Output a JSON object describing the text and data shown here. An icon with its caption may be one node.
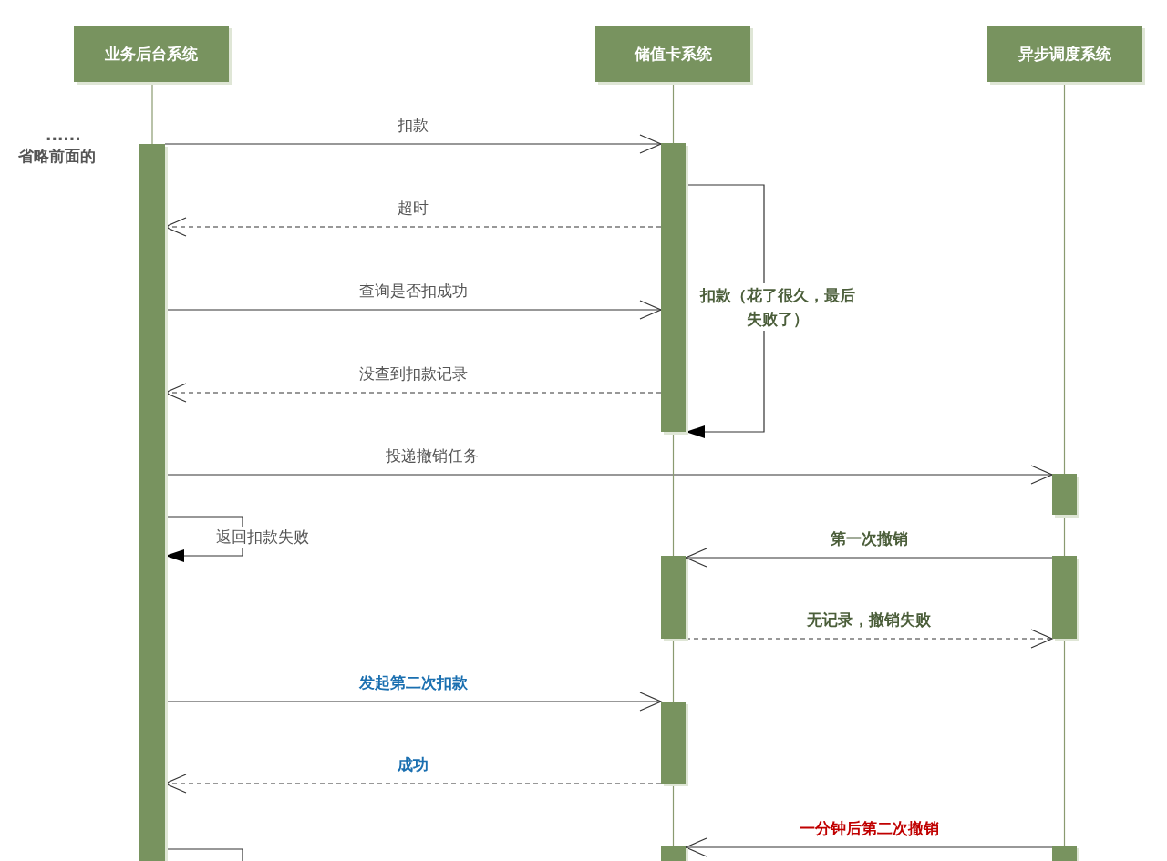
{
  "diagram": {
    "nodes": [
      {
        "text": [
          "业务后台系统"
        ]
      },
      {
        "text": [
          "储值卡系统"
        ]
      },
      {
        "text": [
          "异步调度系统"
        ]
      },
      {
        "text": [],
        "shape": "bar"
      },
      {
        "text": [],
        "shape": "bar"
      },
      {
        "text": [],
        "shape": "bar"
      },
      {
        "text": [],
        "shape": "bar"
      },
      {
        "text": [],
        "shape": "bar"
      },
      {
        "text": [],
        "shape": "bar"
      },
      {
        "text": [],
        "shape": "bar"
      },
      {
        "text": [],
        "shape": "bar"
      }
    ],
    "edges": [
      {
        "from": 3,
        "to": 4,
        "arrow": "to",
        "label": "扣款"
      },
      {
        "from": 4,
        "to": 3,
        "arrow": "to",
        "label": "超时",
        "style": "dashed"
      },
      {
        "from": 3,
        "to": 4,
        "arrow": "to",
        "label": "查询是否扣成功"
      },
      {
        "from": 4,
        "to": 3,
        "arrow": "to",
        "label": "没查到扣款记录",
        "style": "dashed"
      },
      {
        "from": 4,
        "to": 4,
        "arrow": "to",
        "label": "扣款（花了很久，最后失败了）"
      },
      {
        "from": 3,
        "to": 5,
        "arrow": "to",
        "label": "投递撤销任务"
      },
      {
        "from": 3,
        "to": 3,
        "arrow": "to",
        "label": "返回扣款失败"
      },
      {
        "from": 7,
        "to": 6,
        "arrow": "to",
        "label": "第一次撤销"
      },
      {
        "from": 6,
        "to": 7,
        "arrow": "to",
        "label": "无记录，撤销失败",
        "style": "dashed"
      },
      {
        "from": 3,
        "to": 8,
        "arrow": "to",
        "label": "发起第二次扣款"
      },
      {
        "from": 8,
        "to": 3,
        "arrow": "to",
        "label": "成功",
        "style": "dashed"
      },
      {
        "from": 10,
        "to": 9,
        "arrow": "to",
        "label": "一分钟后第二次撤销"
      },
      {
        "from": 3,
        "to": null,
        "arrow": "none"
      },
      {
        "from": 0,
        "to": 3,
        "arrow": "none",
        "color": "#8a9a70"
      },
      {
        "from": 1,
        "to": 4,
        "arrow": "none",
        "color": "#8a9a70"
      },
      {
        "from": 4,
        "to": 6,
        "arrow": "none",
        "color": "#8a9a70"
      },
      {
        "from": 6,
        "to": 8,
        "arrow": "none",
        "color": "#8a9a70"
      },
      {
        "from": 8,
        "to": 9,
        "arrow": "none",
        "color": "#8a9a70"
      },
      {
        "from": 2,
        "to": 5,
        "arrow": "none",
        "color": "#8a9a70"
      },
      {
        "from": 5,
        "to": 7,
        "arrow": "none",
        "color": "#8a9a70"
      },
      {
        "from": 7,
        "to": 10,
        "arrow": "none",
        "color": "#8a9a70"
      }
    ],
    "labels": [
      "......",
      "省略前面的"
    ]
  }
}
